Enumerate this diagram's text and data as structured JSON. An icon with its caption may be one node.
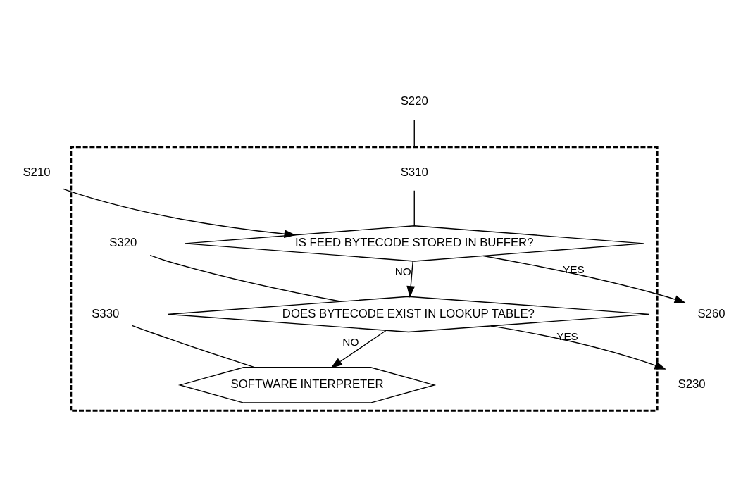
{
  "diagram": {
    "nodes": [
      {
        "text": [],
        "shape": "box"
      },
      {
        "text": [
          "S210"
        ]
      },
      {
        "text": [
          "S220"
        ]
      },
      {
        "text": [
          "S310"
        ],
        "in": 0
      },
      {
        "text": [
          "IS FEED BYTECODE STORED IN BUFFER?"
        ],
        "in": 0
      },
      {
        "text": [
          "S330"
        ],
        "in": 0
      },
      {
        "text": [
          "SOFTWARE INTERPRETER"
        ],
        "in": 0
      },
      {
        "text": [
          "DOES BYTECODE EXIST IN LOOKUP TABLE?"
        ],
        "in": 0
      },
      {
        "text": [
          "S320"
        ],
        "in": 0
      },
      {
        "text": [
          "S230"
        ]
      },
      {
        "text": [
          "S260"
        ]
      }
    ],
    "edges": [
      {
        "from": 1,
        "to": 4,
        "arrow": "to"
      },
      {
        "from": 2,
        "to": 0,
        "arrow": "none"
      },
      {
        "from": 3,
        "to": 4,
        "arrow": "none"
      },
      {
        "from": 4,
        "to": 7,
        "arrow": "to",
        "label": "NO"
      },
      {
        "from": 4,
        "to": 10,
        "arrow": "to",
        "label": "YES"
      },
      {
        "from": 5,
        "to": 6,
        "arrow": "none"
      },
      {
        "from": 7,
        "to": 6,
        "arrow": "to",
        "label": "NO"
      },
      {
        "from": 8,
        "to": 7,
        "arrow": "none"
      },
      {
        "from": 7,
        "to": 9,
        "arrow": "to",
        "label": "YES"
      }
    ]
  }
}
